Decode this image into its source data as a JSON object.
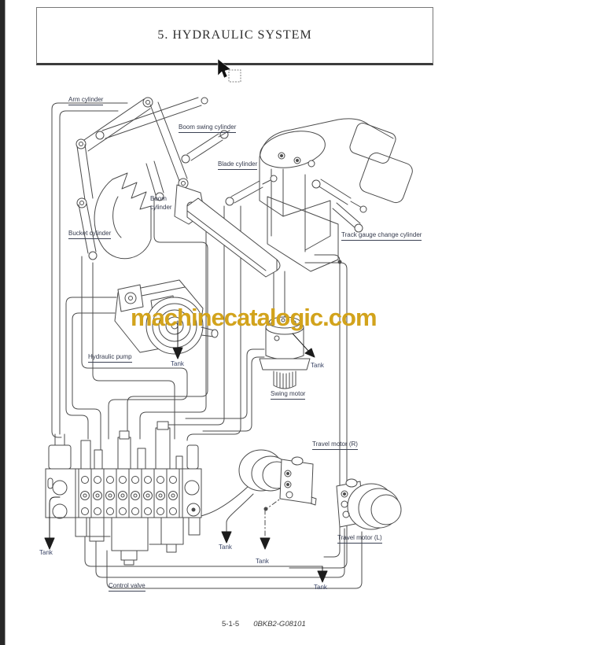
{
  "page": {
    "header_title": "5. HYDRAULIC SYSTEM",
    "watermark": "machinecatalogic.com",
    "footer": {
      "page_number": "5-1-5",
      "doc_code": "0BKB2-G08101"
    }
  },
  "diagram": {
    "labels": {
      "arm_cylinder": "Arm cylinder",
      "boom_swing_cylinder": "Boom swing cylinder",
      "blade_cylinder": "Blade cylinder",
      "boom_cylinder": {
        "line1": "Boom",
        "line2": "cylinder"
      },
      "bucket_cylinder": "Bucket cylinder",
      "track_gauge_change_cylinder": "Track gauge change cylinder",
      "hydraulic_pump": "Hydraulic pump",
      "swing_motor": "Swing motor",
      "travel_motor_r": "Travel motor (R)",
      "travel_motor_l": "Travel motor (L)",
      "control_valve": "Control valve",
      "tank": "Tank"
    },
    "components": [
      "Arm cylinder",
      "Boom swing cylinder",
      "Blade cylinder",
      "Boom cylinder",
      "Bucket cylinder",
      "Track gauge change cylinder",
      "Hydraulic pump",
      "Swing motor",
      "Travel motor (R)",
      "Travel motor (L)",
      "Control valve",
      "Tank"
    ]
  },
  "colors": {
    "watermark": "#D2A31C",
    "line_art": "#4b4b4b",
    "label_text": "#343a4d",
    "page_edge_bar": "#282828"
  }
}
